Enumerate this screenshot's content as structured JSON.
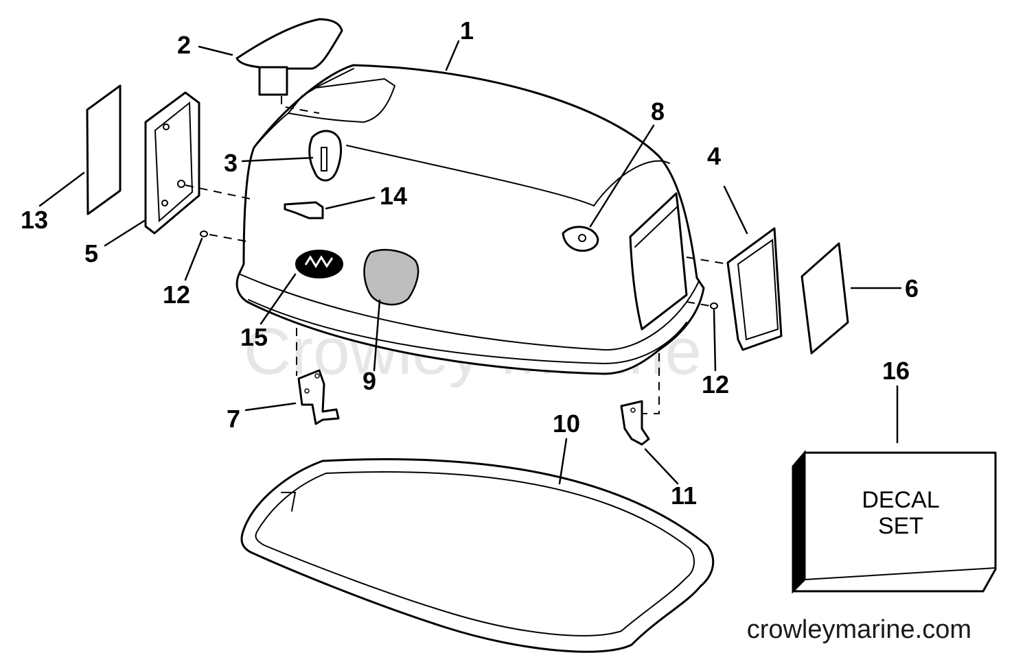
{
  "watermark": "Crowley Marine",
  "footer_url": "crowleymarine.com",
  "decal_box": {
    "line1": "DECAL",
    "line2": "SET"
  },
  "callouts": {
    "c1": "1",
    "c2": "2",
    "c3": "3",
    "c4": "4",
    "c5": "5",
    "c6": "6",
    "c7": "7",
    "c8": "8",
    "c9": "9",
    "c10": "10",
    "c11": "11",
    "c12a": "12",
    "c12b": "12",
    "c13": "13",
    "c14": "14",
    "c15": "15",
    "c16": "16"
  }
}
